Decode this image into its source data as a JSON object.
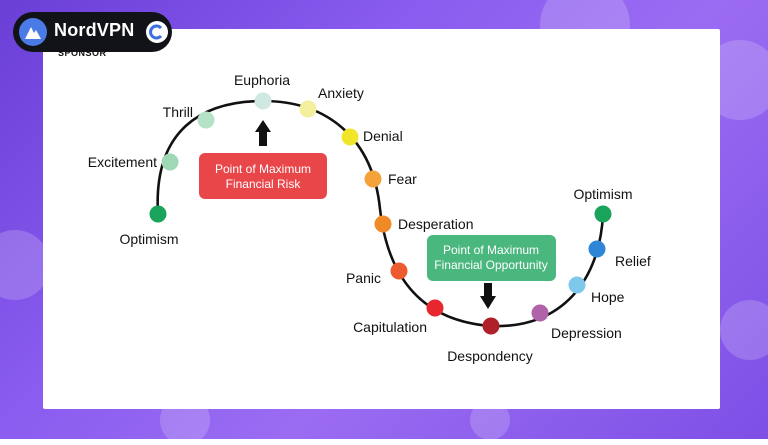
{
  "sponsor": {
    "brand": "NordVPN",
    "tag": "SPONSOR",
    "logo_icon": "nordvpn-mountain-icon",
    "badge_icon": "c-circle-icon"
  },
  "diagram": {
    "curve_color": "#111111",
    "stages": [
      {
        "label": "Optimism",
        "color": "#1aa35a"
      },
      {
        "label": "Excitement",
        "color": "#9ed8b5"
      },
      {
        "label": "Thrill",
        "color": "#b3e2c7"
      },
      {
        "label": "Euphoria",
        "color": "#cfe9e2"
      },
      {
        "label": "Anxiety",
        "color": "#f3ef9c"
      },
      {
        "label": "Denial",
        "color": "#f1e52a"
      },
      {
        "label": "Fear",
        "color": "#f3a33a"
      },
      {
        "label": "Desperation",
        "color": "#ef8a27"
      },
      {
        "label": "Panic",
        "color": "#ec5a2f"
      },
      {
        "label": "Capitulation",
        "color": "#e8262e"
      },
      {
        "label": "Despondency",
        "color": "#b0202a"
      },
      {
        "label": "Depression",
        "color": "#b063a8"
      },
      {
        "label": "Hope",
        "color": "#7ec8ec"
      },
      {
        "label": "Relief",
        "color": "#2f86d6"
      },
      {
        "label": "Optimism",
        "color": "#1aa35a"
      }
    ],
    "risk_box": {
      "line1": "Point of Maximum",
      "line2": "Financial Risk",
      "color": "#e9464a"
    },
    "opportunity_box": {
      "line1": "Point of Maximum",
      "line2": "Financial Opportunity",
      "color": "#4ab77e"
    }
  }
}
